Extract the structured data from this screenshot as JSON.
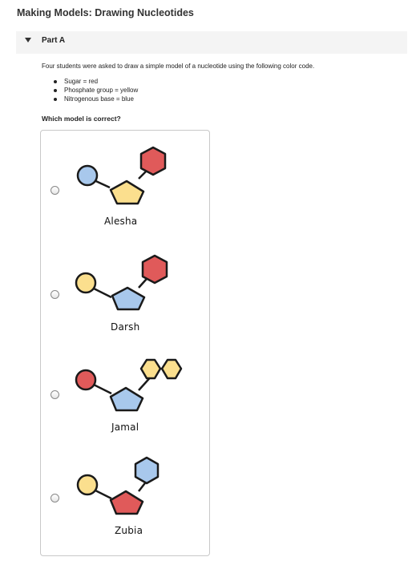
{
  "page": {
    "title": "Making Models: Drawing Nucleotides"
  },
  "part": {
    "label": "Part A"
  },
  "content": {
    "intro": "Four students were asked to draw a simple model of a nucleotide using the following color code.",
    "color_code": [
      "Sugar = red",
      "Phosphate group = yellow",
      "Nitrogenous base = blue"
    ],
    "question": "Which model is correct?"
  },
  "colors": {
    "red": "#e05a5a",
    "yellow": "#fbdf8e",
    "blue": "#a8c8ec",
    "outline": "#1a1a1a"
  },
  "options": [
    {
      "name": "Alesha",
      "selected": false,
      "circle": "blue",
      "pentagon": "yellow",
      "hexagons": [
        "red"
      ]
    },
    {
      "name": "Darsh",
      "selected": false,
      "circle": "yellow",
      "pentagon": "blue",
      "hexagons": [
        "red"
      ]
    },
    {
      "name": "Jamal",
      "selected": false,
      "circle": "red",
      "pentagon": "blue",
      "hexagons": [
        "yellow",
        "yellow"
      ]
    },
    {
      "name": "Zubia",
      "selected": false,
      "circle": "yellow",
      "pentagon": "red",
      "hexagons": [
        "blue"
      ]
    }
  ]
}
